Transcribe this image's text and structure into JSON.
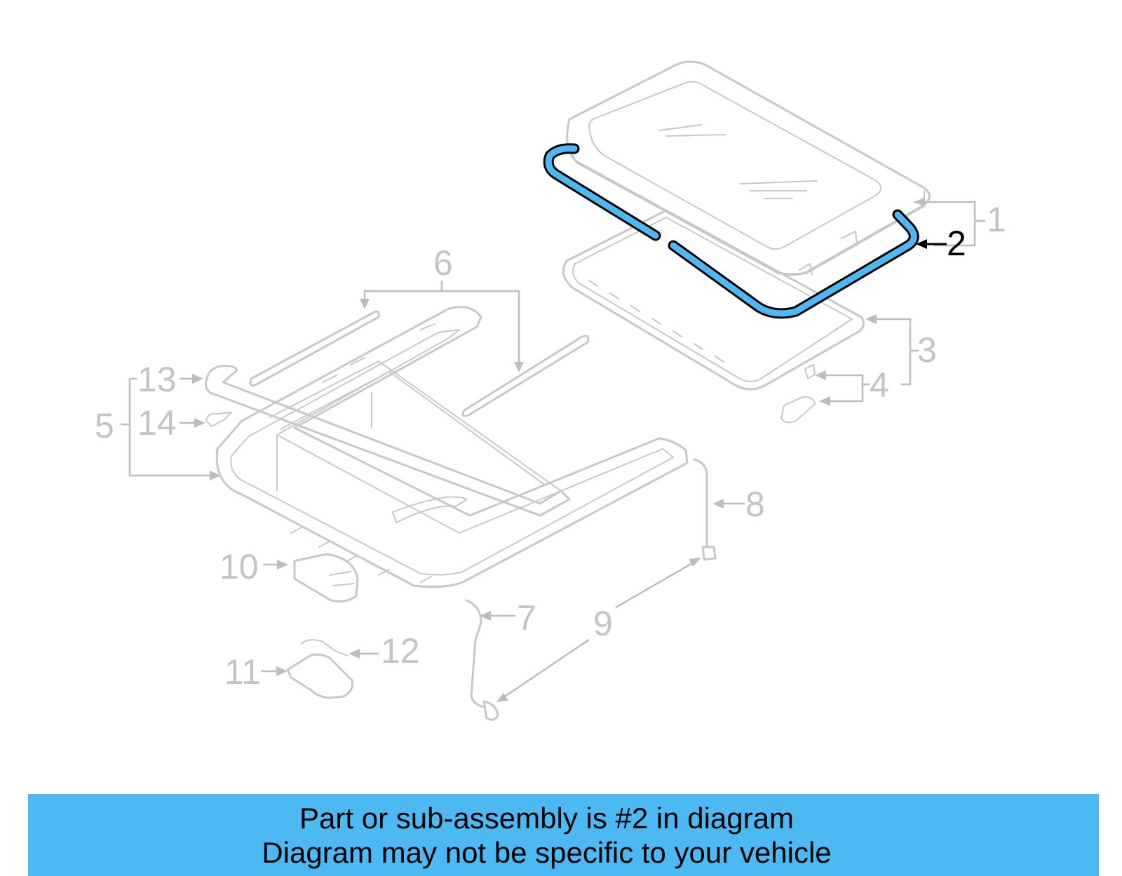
{
  "highlight_color": "#4db9f2",
  "callouts": [
    {
      "id": "1",
      "label": "1"
    },
    {
      "id": "2",
      "label": "2"
    },
    {
      "id": "3",
      "label": "3"
    },
    {
      "id": "4",
      "label": "4"
    },
    {
      "id": "5",
      "label": "5"
    },
    {
      "id": "6",
      "label": "6"
    },
    {
      "id": "7",
      "label": "7"
    },
    {
      "id": "8",
      "label": "8"
    },
    {
      "id": "9",
      "label": "9"
    },
    {
      "id": "10",
      "label": "10"
    },
    {
      "id": "11",
      "label": "11"
    },
    {
      "id": "12",
      "label": "12"
    },
    {
      "id": "13",
      "label": "13"
    },
    {
      "id": "14",
      "label": "14"
    }
  ],
  "caption": {
    "line1": "Part or sub-assembly is #2 in diagram",
    "line2": "Diagram may not be specific to your vehicle"
  }
}
